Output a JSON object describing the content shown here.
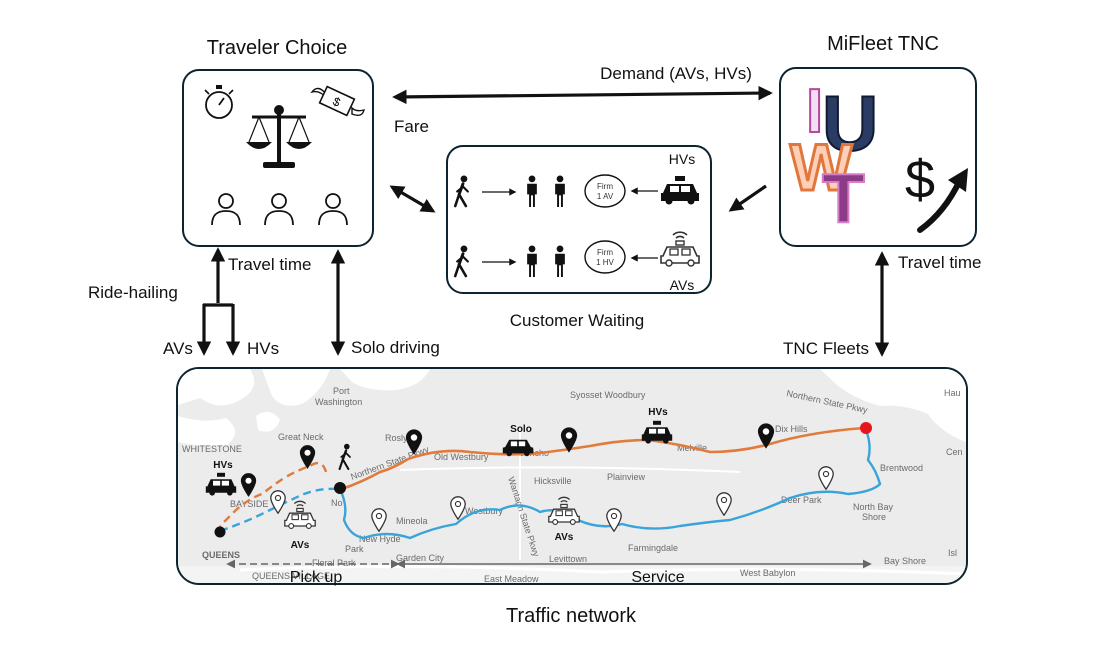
{
  "colors": {
    "box_border": "#0d2430",
    "orange_route": "#e07b3c",
    "blue_route": "#3aa4d8",
    "destination": "#e8141c",
    "map_land": "#ececec"
  },
  "icons": {
    "traveler": [
      "stopwatch-icon",
      "balance-scale-icon",
      "flying-money-icon",
      "person-outline-icon"
    ],
    "waiting": [
      "walking-person-icon",
      "standing-person-icon",
      "taxi-icon",
      "autonomous-car-icon"
    ],
    "mifleet": [
      "mifleet-logo-icon",
      "dollar-rising-icon"
    ],
    "map": [
      "location-pin-icon",
      "taxi-icon",
      "autonomous-car-icon",
      "car-icon",
      "walking-person-icon"
    ]
  },
  "labels": {
    "traveler_choice": "Traveler Choice",
    "mifleet_tnc": "MiFleet TNC",
    "demand": "Demand (AVs, HVs)",
    "fare": "Fare",
    "travel_time_left": "Travel time",
    "travel_time_right": "Travel time",
    "ride_hailing": "Ride-hailing",
    "avs": "AVs",
    "hvs": "HVs",
    "solo_driving": "Solo driving",
    "customer_waiting": "Customer Waiting",
    "tnc_fleets": "TNC Fleets",
    "traffic_network": "Traffic network"
  },
  "waiting": {
    "hvs": "HVs",
    "avs": "AVs",
    "firm_av_line1": "Firm",
    "firm_av_line2": "1 AV",
    "firm_hv_line1": "Firm",
    "firm_hv_line2": "1 HV"
  },
  "logo": {
    "letters": [
      "I",
      "U",
      "W",
      "T"
    ]
  },
  "map": {
    "places": {
      "port_washington_1": "Port",
      "port_washington_2": "Washington",
      "syosset_woodbury": "Syosset Woodbury",
      "northern_state_pkwy": "Northern State Pkwy",
      "great_neck": "Great Neck",
      "roslyn": "Roslyn",
      "old_westbury": "Old Westbury",
      "jericho": "Jericho",
      "melville": "Melville",
      "dix_hills": "Dix Hills",
      "brentwood": "Brentwood",
      "whitestone": "WHITESTONE",
      "bayside": "BAYSIDE",
      "plainview": "Plainview",
      "hicksville": "Hicksville",
      "westbury": "Westbury",
      "mineola": "Mineola",
      "new_hyde_park_1": "New Hyde",
      "new_hyde_park_2": "Park",
      "garden_city": "Garden City",
      "levittown": "Levittown",
      "farmingdale": "Farmingdale",
      "deer_park": "Deer Park",
      "north_bay_shore_1": "North Bay",
      "north_bay_shore_2": "Shore",
      "queens": "QUEENS",
      "queens_village": "QUEENS VILLAGE",
      "floral_park": "Floral Park",
      "east_meadow": "East Meadow",
      "west_babylon": "West Babylon",
      "bay_shore": "Bay Shore",
      "wantagh_pkwy": "Wantagh State Pkwy",
      "northern_state_pkwy_2": "Northern State Pkwy",
      "edge_hau": "Hau",
      "edge_cen": "Cen",
      "edge_isl": "Isl",
      "no": "No"
    },
    "markers": {
      "hvs_left": "HVs",
      "avs_left": "AVs",
      "solo": "Solo",
      "hvs_top": "HVs",
      "avs_mid": "AVs"
    },
    "phases": {
      "pickup": "Pick up",
      "service": "Service"
    }
  }
}
